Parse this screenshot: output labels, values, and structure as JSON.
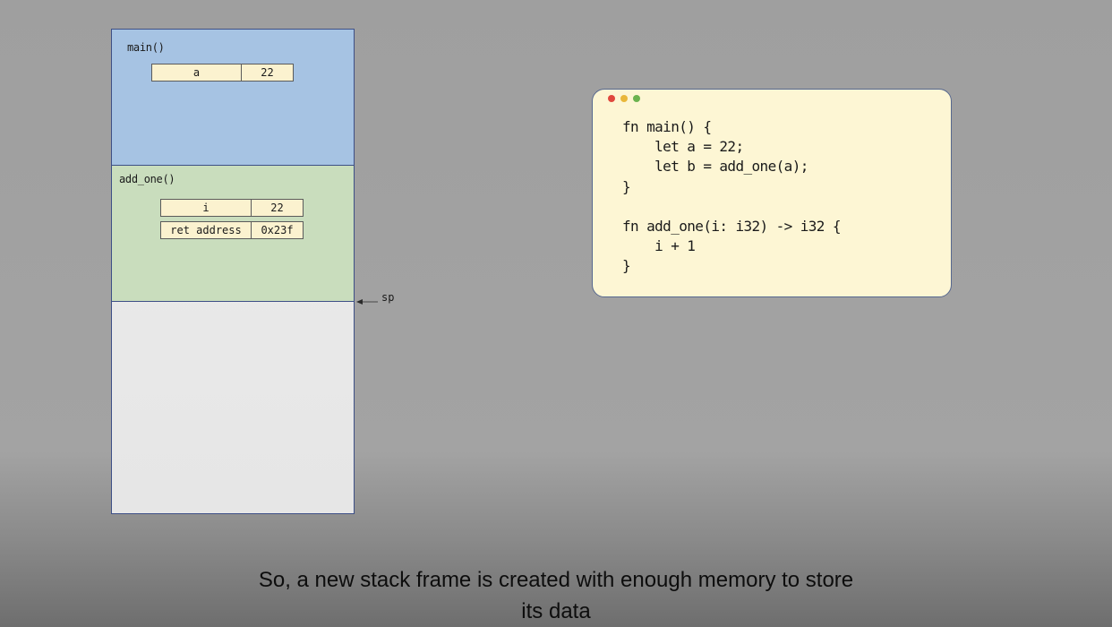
{
  "stack": {
    "main_frame": {
      "label": "main()",
      "slots": [
        {
          "name": "a",
          "value": "22"
        }
      ]
    },
    "add_one_frame": {
      "label": "add_one()",
      "slots": [
        {
          "name": "i",
          "value": "22"
        },
        {
          "name": "ret address",
          "value": "0x23f"
        }
      ]
    },
    "stack_pointer_label": "sp"
  },
  "code_window": {
    "lines": [
      "fn main() {",
      "    let a = 22;",
      "    let b = add_one(a);",
      "}",
      "",
      "fn add_one(i: i32) -> i32 {",
      "    i + 1",
      "}"
    ],
    "dot_colors": [
      "#e0483e",
      "#e9b73a",
      "#6bb34f"
    ]
  },
  "caption": {
    "line1": "So, a new stack frame is created with enough memory to store",
    "line2": "its data"
  }
}
